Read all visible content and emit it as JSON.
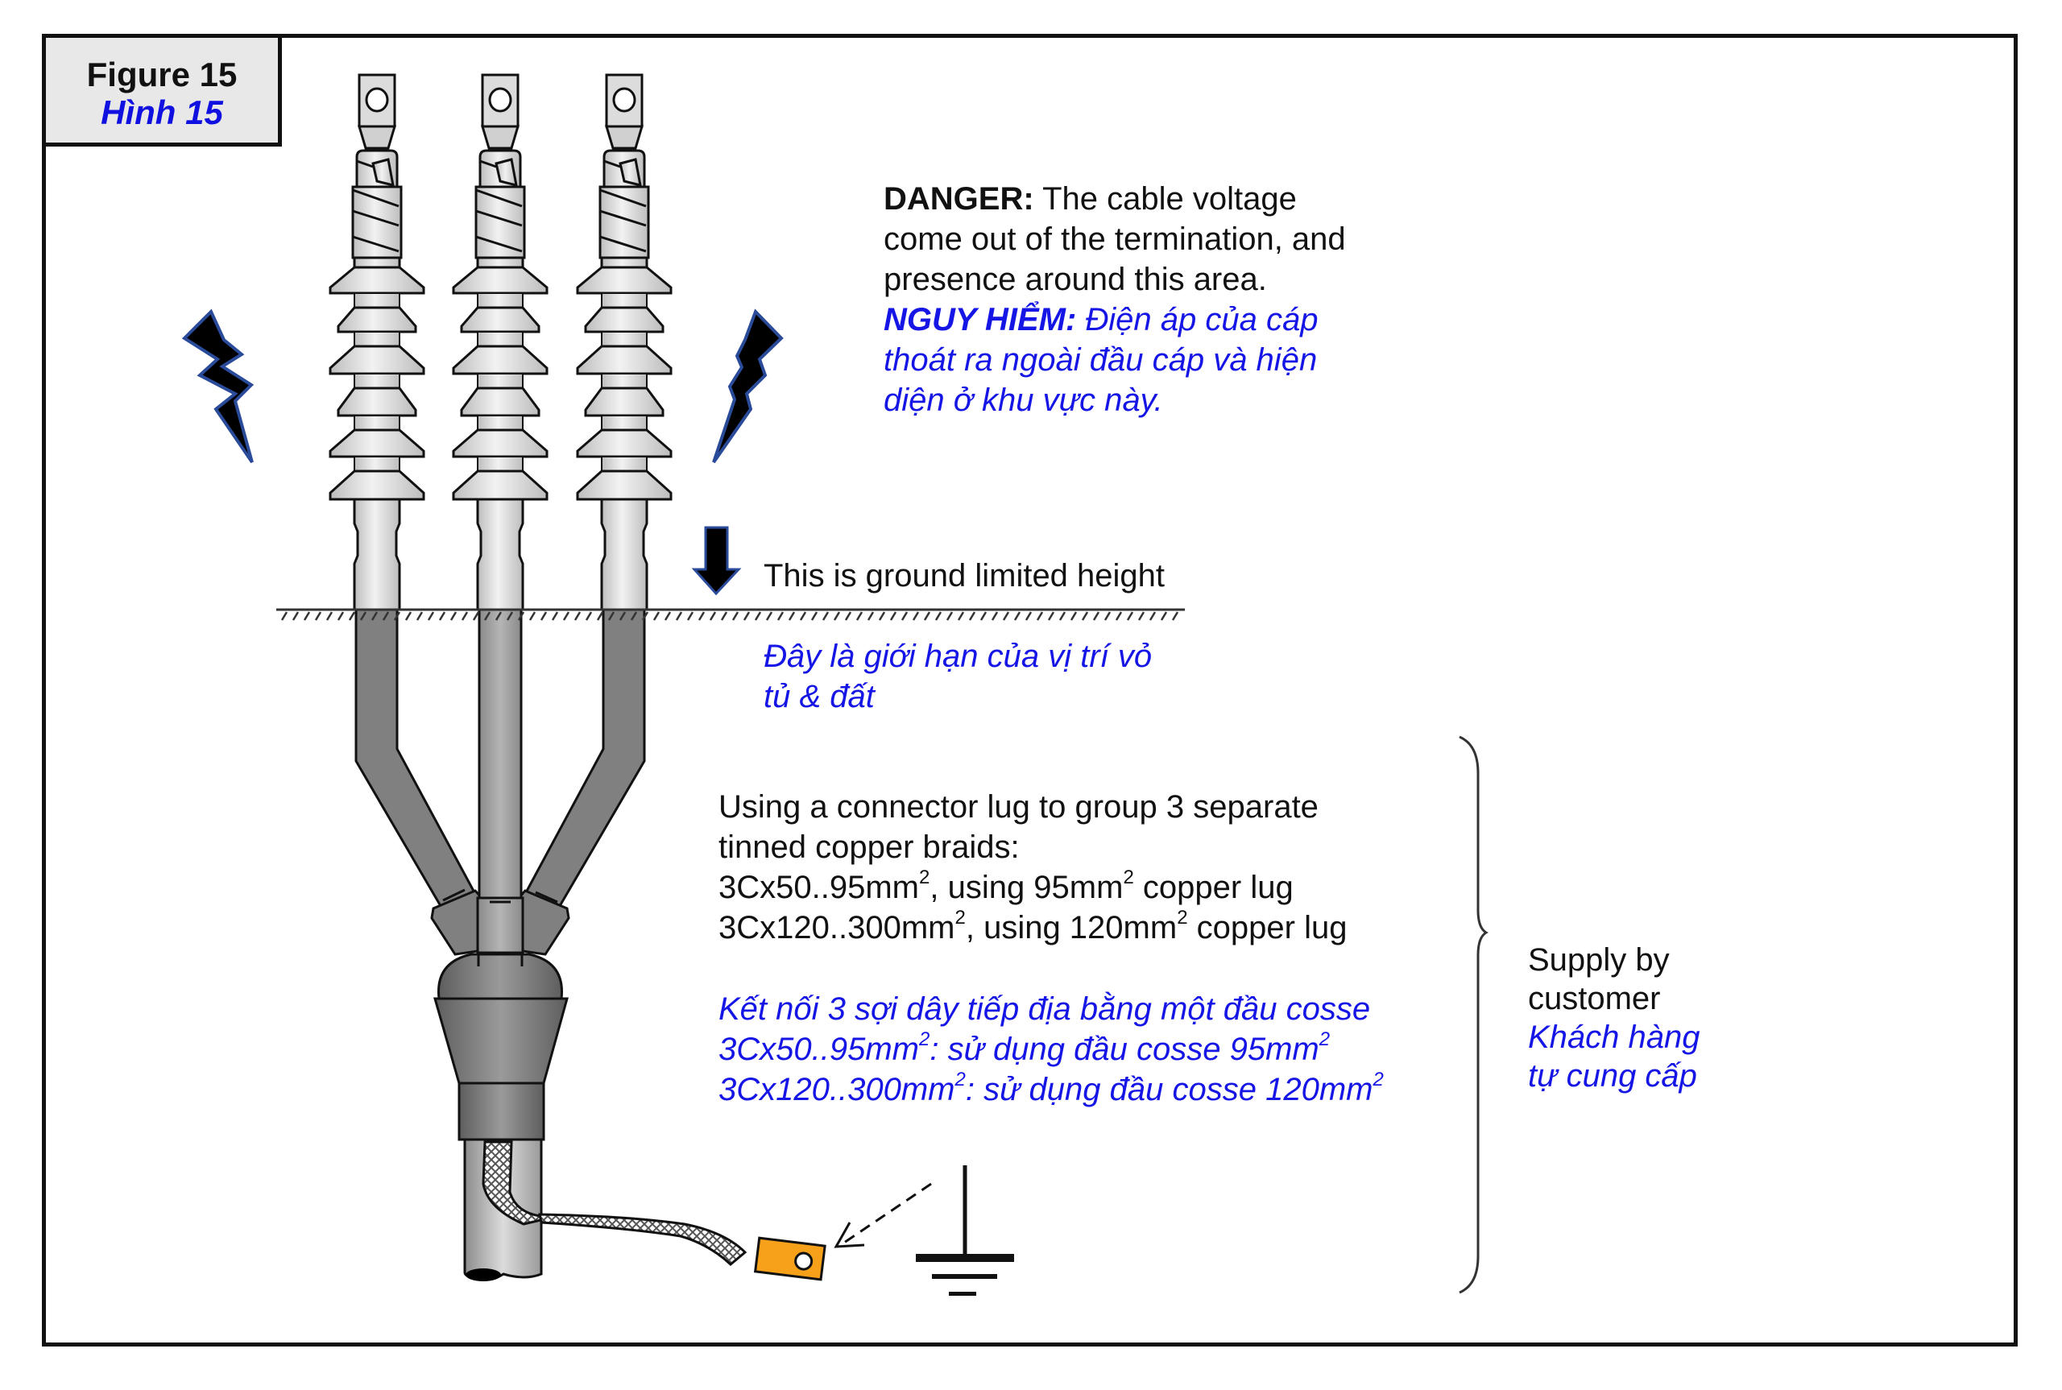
{
  "figure": {
    "label_en": "Figure 15",
    "label_vi": "Hình 15"
  },
  "danger": {
    "title_en": "DANGER:",
    "lines_en": [
      "The cable voltage",
      "come out of the termination, and",
      "presence around this area."
    ],
    "title_vi": "NGUY HIỂM:",
    "lines_vi": [
      "Điện áp của cáp",
      "thoát ra ngoài đầu cáp và hiện",
      "diện ở khu vực này."
    ]
  },
  "ground": {
    "text_en": "This is ground limited height",
    "lines_vi": [
      "Đây là giới hạn của vị trí vỏ",
      "tủ & đất"
    ]
  },
  "connector": {
    "lines_en": [
      "Using a connector lug to group 3 separate",
      "tinned copper braids:"
    ],
    "spec1_en": {
      "a": "3Cx50..95mm",
      "b": ", using 95mm",
      "c": " copper lug"
    },
    "spec2_en": {
      "a": "3Cx120..300mm",
      "b": ", using 120mm",
      "c": " copper lug"
    },
    "line_vi": "Kết nối 3 sợi dây tiếp địa bằng một đầu cosse",
    "spec1_vi": {
      "a": "3Cx50..95mm",
      "b": ": sử dụng đầu cosse 95mm"
    },
    "spec2_vi": {
      "a": "3Cx120..300mm",
      "b": ": sử dụng đầu cosse 120mm"
    },
    "superscript": "2"
  },
  "supply": {
    "lines_en": [
      "Supply by",
      "customer"
    ],
    "lines_vi": [
      "Khách hàng",
      "tự cung cấp"
    ]
  },
  "colors": {
    "text": "#111111",
    "vietnamese_text": "#1515e6",
    "earth_lug": "#f7a11a",
    "cable_dark": "#7a7a7a",
    "insulator_light": "#d8d8d8",
    "frame_fill": "#e8e8e8"
  },
  "icons": {
    "lightning_left": "lightning-bolt-icon",
    "lightning_right": "lightning-bolt-icon",
    "down_arrow": "down-arrow-icon",
    "earth_symbol": "ground-symbol-icon",
    "earth_lug": "copper-lug-icon"
  }
}
